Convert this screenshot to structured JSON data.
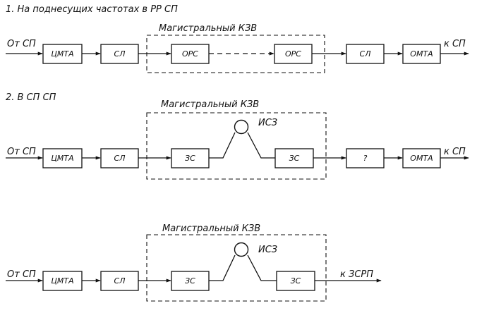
{
  "section1": {
    "title": "1. На поднесущих частотах в РР СП",
    "frame_label": "Магистральный  КЗВ",
    "input_label": "От СП",
    "output_label": "к СП",
    "blocks": [
      "ЦМТА",
      "СЛ",
      "ОРС",
      "ОРС",
      "СЛ",
      "ОМТА"
    ]
  },
  "section2": {
    "title": "2. В СП СП",
    "frame_label": "Магистральный  КЗВ",
    "input_label": "От СП",
    "output_label": "к СП",
    "satellite_label": "ИСЗ",
    "blocks": [
      "ЦМТА",
      "СЛ",
      "ЗС",
      "ЗС",
      "?",
      "ОМТА"
    ]
  },
  "section3": {
    "frame_label": "Магистральный  КЗВ",
    "input_label": "От СП",
    "output_label": "к ЗСРП",
    "satellite_label": "ИСЗ",
    "blocks": [
      "ЦМТА",
      "СЛ",
      "ЗС",
      "ЗС"
    ]
  },
  "colors": {
    "ink": "#111111",
    "paper": "#ffffff"
  }
}
